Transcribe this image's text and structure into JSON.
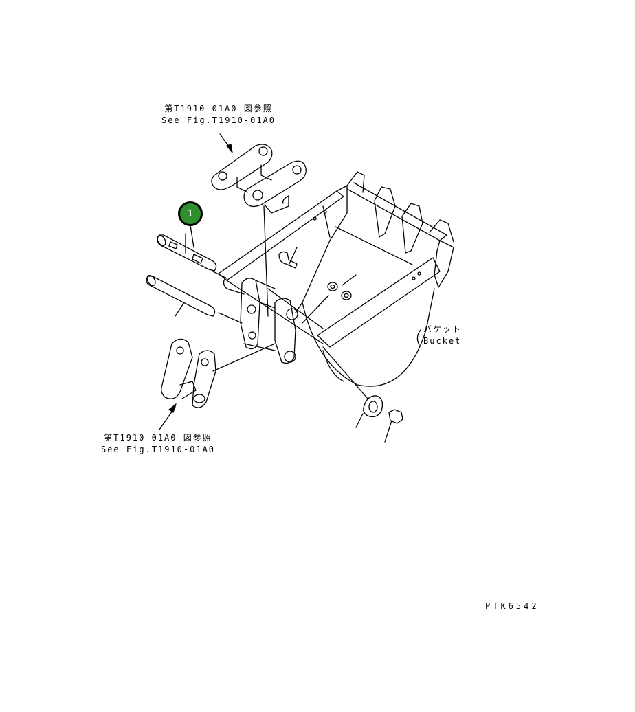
{
  "references": {
    "top": {
      "jp": "第T1910-01A0 図参照",
      "en": "See Fig.T1910-01A0"
    },
    "bottom": {
      "jp": "第T1910-01A0 図参照",
      "en": "See Fig.T1910-01A0"
    }
  },
  "bucket": {
    "jp": "バケット",
    "en": "Bucket"
  },
  "callouts": [
    {
      "number": "1",
      "color": "#2f8f2f"
    }
  ],
  "drawing_code": "PTK6542"
}
